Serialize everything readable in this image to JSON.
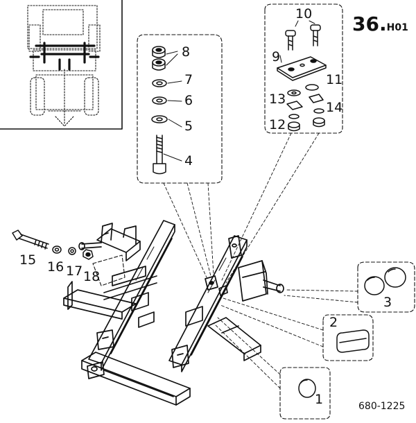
{
  "header": {
    "page_number": "36.",
    "page_suffix": "H01"
  },
  "footer": {
    "drawing_number": "680-1225"
  },
  "callouts": [
    "1",
    "2",
    "3",
    "4",
    "5",
    "6",
    "7",
    "8",
    "9",
    "10",
    "11",
    "12",
    "13",
    "14",
    "15",
    "16",
    "17",
    "18"
  ],
  "colors": {
    "line": "#111111",
    "background": "#ffffff"
  }
}
